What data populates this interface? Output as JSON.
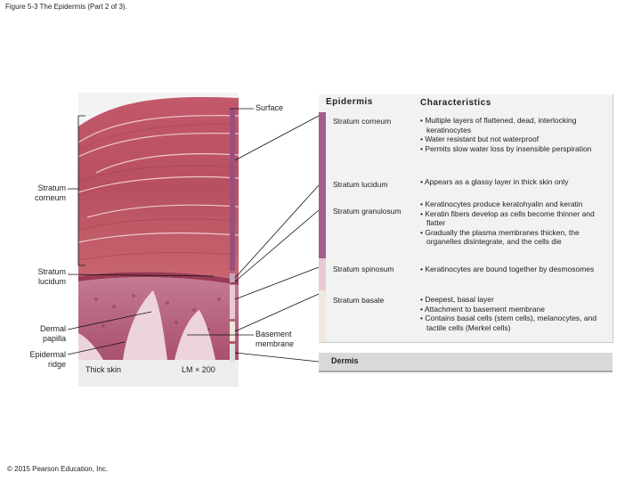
{
  "caption": "Figure 5-3 The Epidermis (Part 2 of 3).",
  "copyright": "© 2015 Pearson Education, Inc.",
  "micrograph": {
    "labels": {
      "surface": "Surface",
      "stratum_corneum": [
        "Stratum",
        "corneum"
      ],
      "stratum_lucidum": [
        "Stratum",
        "lucidum"
      ],
      "dermal_papilla": [
        "Dermal",
        "papilla"
      ],
      "epidermal_ridge": [
        "Epidermal",
        "ridge"
      ],
      "basement_membrane": [
        "Basement",
        "membrane"
      ],
      "thick_skin": "Thick skin",
      "magnification": "LM × 200"
    }
  },
  "table": {
    "headers": {
      "epidermis": "Epidermis",
      "characteristics": "Characteristics"
    },
    "rows": [
      {
        "name": "Stratum corneum",
        "characteristics": [
          "• Multiple layers of flattened, dead, interlocking keratinocytes",
          "• Water resistant but not waterproof",
          "• Permits slow water loss by insensible perspiration"
        ]
      },
      {
        "name": "Stratum lucidum",
        "characteristics": [
          "• Appears as a glassy layer in thick skin only"
        ]
      },
      {
        "name": "Stratum granulosum",
        "characteristics": [
          "• Keratinocytes produce keratohyalin and keratin",
          "• Keratin fibers develop as cells become thinner and flatter",
          "• Gradually the plasma membranes thicken, the organelles disintegrate, and the cells die"
        ]
      },
      {
        "name": "Stratum spinosum",
        "characteristics": [
          "• Keratinocytes are bound together by desmosomes"
        ]
      },
      {
        "name": "Stratum basale",
        "characteristics": [
          "• Deepest, basal layer",
          "• Attachment to basement membrane",
          "• Contains basal cells (stem cells), melanocytes, and tactile cells (Merkel cells)"
        ]
      }
    ],
    "dermis": "Dermis"
  },
  "colors": {
    "corneum_bar": "#9b4f7e",
    "lucidum_bar": "#c7a3bf",
    "spinosum_bar": "#e8c9d4",
    "basale_bar": "#efe9dc",
    "table_accent": "#9b4f7e"
  }
}
